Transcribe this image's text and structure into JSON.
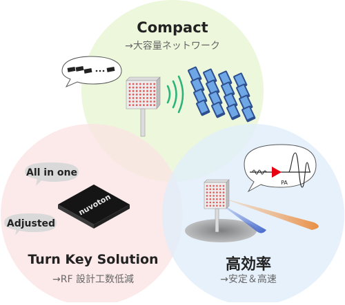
{
  "sections": {
    "compact": {
      "title": "Compact",
      "subtitle": "→大容量ネットワーク"
    },
    "turnkey": {
      "title": "Turn Key Solution",
      "subtitle": "→RF 設計工数低減"
    },
    "efficiency": {
      "title": "高効率",
      "subtitle": "→安定＆高速"
    }
  },
  "bubbles": {
    "all_in_one": "All in one",
    "adjusted": "Adjusted"
  },
  "chip_brand": "nuvoton",
  "pa_label": "PA",
  "colors": {
    "green_circle": "#eaf6d8",
    "red_circle": "#fbe4e4",
    "blue_circle": "#e1eefa"
  }
}
